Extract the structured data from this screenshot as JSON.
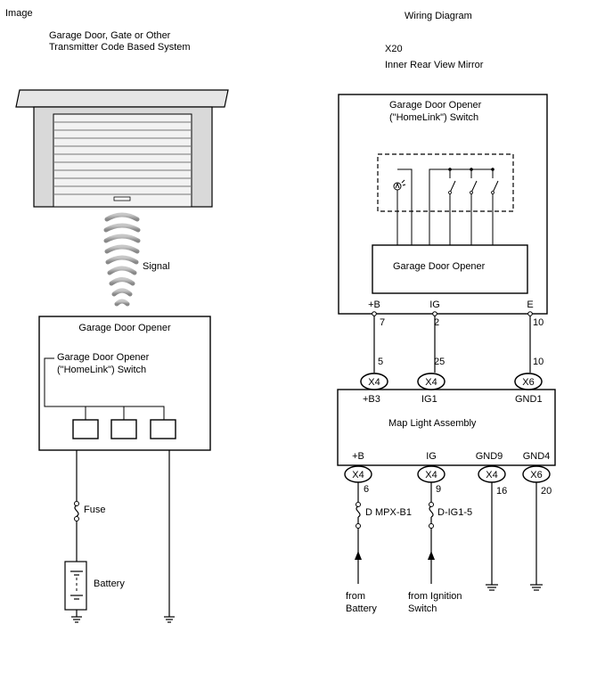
{
  "left": {
    "heading": "Image",
    "system_line1": "Garage Door, Gate or Other",
    "system_line2": "Transmitter Code Based System",
    "signal_label": "Signal",
    "opener_title": "Garage Door Opener",
    "switch_line1": "Garage Door Opener",
    "switch_line2": "(\"HomeLink\") Switch",
    "fuse_label": "Fuse",
    "battery_label": "Battery"
  },
  "right": {
    "heading": "Wiring Diagram",
    "connector_code": "X20",
    "connector_name": "Inner Rear View Mirror",
    "mirror_switch_line1": "Garage Door Opener",
    "mirror_switch_line2": "(\"HomeLink\") Switch",
    "opener_box_label": "Garage Door Opener",
    "pins_top": [
      {
        "name": "+B",
        "pin": "7"
      },
      {
        "name": "IG",
        "pin": "2"
      },
      {
        "name": "E",
        "pin": "10"
      }
    ],
    "connectors_mid": [
      {
        "pin": "5",
        "code": "X4",
        "name": "+B3"
      },
      {
        "pin": "25",
        "code": "X4",
        "name": "IG1"
      },
      {
        "pin": "10",
        "code": "X6",
        "name": "GND1"
      }
    ],
    "map_light_label": "Map Light Assembly",
    "pins_bottom": [
      {
        "name": "+B",
        "code": "X4",
        "pin": "6"
      },
      {
        "name": "IG",
        "code": "X4",
        "pin": "9"
      },
      {
        "name": "GND9",
        "code": "X4",
        "pin": "16"
      },
      {
        "name": "GND4",
        "code": "X6",
        "pin": "20"
      }
    ],
    "fuse1": "D MPX-B1",
    "fuse2": "D-IG1-5",
    "from1_line1": "from",
    "from1_line2": "Battery",
    "from2_line1": "from Ignition",
    "from2_line2": "Switch"
  }
}
